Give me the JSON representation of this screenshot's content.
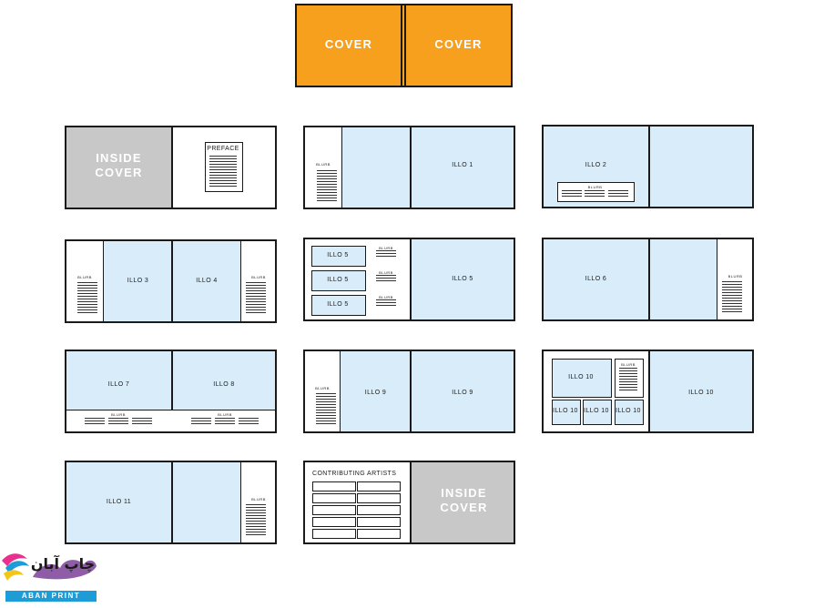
{
  "cover": {
    "left": "COVER",
    "right": "COVER"
  },
  "labels": {
    "inside_cover": "INSIDE COVER",
    "preface": "PREFACE",
    "blurb": "BLURB",
    "contributing_artists": "CONTRIBUTING ARTISTS"
  },
  "illos": {
    "i1": "ILLO 1",
    "i2": "ILLO 2",
    "i3": "ILLO 3",
    "i4": "ILLO 4",
    "i5": "ILLO 5",
    "i6": "ILLO 6",
    "i7": "ILLO 7",
    "i8": "ILLO 8",
    "i9": "ILLO 9",
    "i10": "ILLO 10",
    "i11": "ILLO 11"
  },
  "logo": {
    "name": "چاپ آبان",
    "subtitle": "ABAN PRINT",
    "colors": [
      "#e8308c",
      "#1e9cd8",
      "#f5c518",
      "#7b3f98"
    ]
  }
}
